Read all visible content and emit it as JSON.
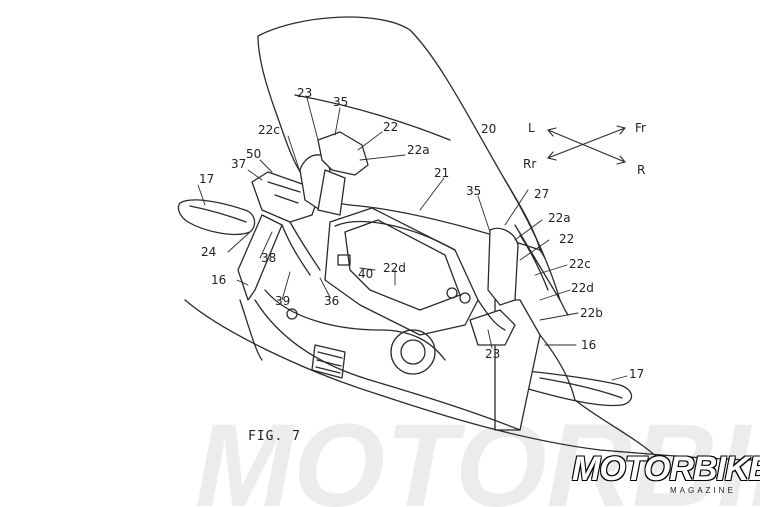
{
  "figure": {
    "caption": "FIG. 7",
    "watermark": "MOTORBIKE",
    "brand": {
      "name": "MOTORBIKE",
      "sub": "MAGAZINE"
    }
  },
  "directions": {
    "left": "L",
    "front": "Fr",
    "rear": "Rr",
    "right": "R"
  },
  "labels": {
    "l20": "20",
    "l23a": "23",
    "l35a": "35",
    "l22a": "22",
    "l22c_a": "22c",
    "l22a_a": "22a",
    "l50": "50",
    "l37": "37",
    "l17a": "17",
    "l21": "21",
    "l35b": "35",
    "l27": "27",
    "l22a_b": "22a",
    "l22b": "22",
    "l24": "24",
    "l38": "38",
    "l40": "40",
    "l22d_a": "22d",
    "l22c_b": "22c",
    "l16a": "16",
    "l22d_b": "22d",
    "l39": "39",
    "l36": "36",
    "l22b_lbl": "22b",
    "l23b": "23",
    "l16b": "16",
    "l17b": "17"
  }
}
